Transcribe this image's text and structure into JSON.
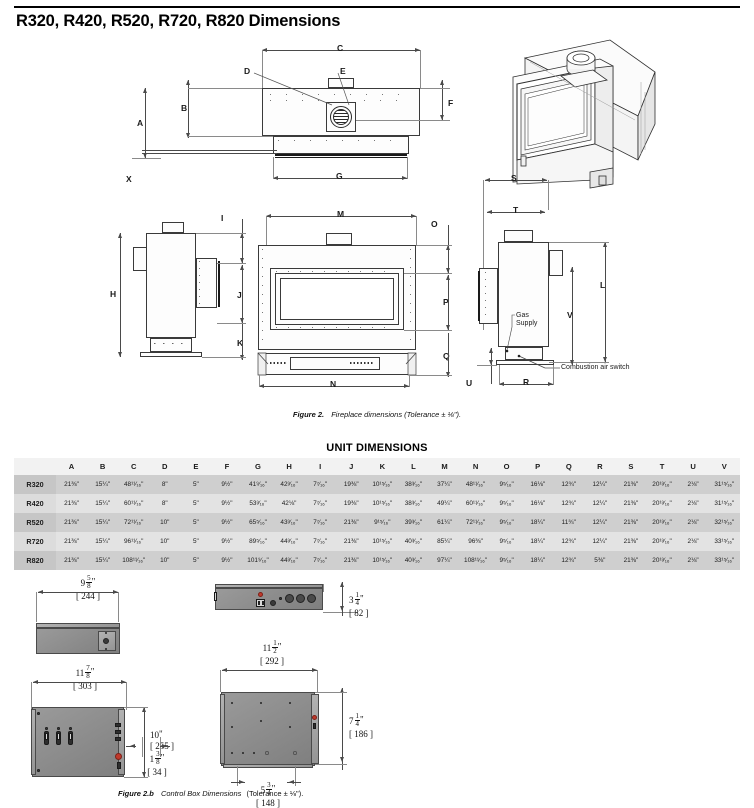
{
  "document": {
    "title": "R320, R420, R520, R720, R820 Dimensions"
  },
  "figure_top": {
    "caption_label": "Figure 2.",
    "caption_text": "Fireplace dimensions (Tolerance ± ⅛\").",
    "labels": {
      "A": "A",
      "B": "B",
      "C": "C",
      "D": "D",
      "E": "E",
      "F": "F",
      "G": "G",
      "H": "H",
      "I": "I",
      "J": "J",
      "K": "K",
      "L": "L",
      "M": "M",
      "N": "N",
      "O": "O",
      "P": "P",
      "Q": "Q",
      "R": "R",
      "S": "S",
      "T": "T",
      "U": "U",
      "V": "V",
      "X": "X"
    },
    "annotations": {
      "gas_supply": "Gas\nSupply",
      "gas_supply_line1": "Gas",
      "gas_supply_line2": "Supply",
      "combustion_air_switch": "Combustion air switch"
    }
  },
  "table": {
    "title": "UNIT DIMENSIONS",
    "columns": [
      "",
      "A",
      "B",
      "C",
      "D",
      "E",
      "F",
      "G",
      "H",
      "I",
      "J",
      "K",
      "L",
      "M",
      "N",
      "O",
      "P",
      "Q",
      "R",
      "S",
      "T",
      "U",
      "V"
    ],
    "rows": [
      {
        "model": "R320",
        "values": [
          "21⅜\"",
          "15¼\"",
          "48¹¹⁄₁₆\"",
          "8\"",
          "5\"",
          "9½\"",
          "41⁹⁄₁₆\"",
          "42³⁄₁₆\"",
          "7⁷⁄₁₆\"",
          "19⅜\"",
          "10¹⁵⁄₁₆\"",
          "38³⁄₁₆\"",
          "37¼\"",
          "48¹¹⁄₁₆\"",
          "9⁵⁄₁₆\"",
          "16⅛\"",
          "12¾\"",
          "12¼\"",
          "21⅜\"",
          "20¹³⁄₁₆\"",
          "2⅛\"",
          "31¹⁵⁄₁₆\""
        ]
      },
      {
        "model": "R420",
        "values": [
          "21⅜\"",
          "15¼\"",
          "60¹¹⁄₁₆\"",
          "8\"",
          "5\"",
          "9½\"",
          "53³⁄₁₆\"",
          "42⅛\"",
          "7⁷⁄₁₆\"",
          "19⅜\"",
          "10¹⁵⁄₁₆\"",
          "38³⁄₁₆\"",
          "49¼\"",
          "60¹¹⁄₁₆\"",
          "9⁵⁄₁₆\"",
          "16⅛\"",
          "12¾\"",
          "12¼\"",
          "21⅜\"",
          "20¹³⁄₁₆\"",
          "2⅛\"",
          "31¹⁵⁄₁₆\""
        ]
      },
      {
        "model": "R520",
        "values": [
          "21⅜\"",
          "15¼\"",
          "72¹¹⁄₁₆\"",
          "10\"",
          "5\"",
          "9½\"",
          "65⁵⁄₁₆\"",
          "43³⁄₁₆\"",
          "7⁷⁄₁₆\"",
          "21⅜\"",
          "9¹⁵⁄₁₆\"",
          "39³⁄₁₆\"",
          "61¼\"",
          "72¹¹⁄₁₆\"",
          "9⁵⁄₁₆\"",
          "18¼\"",
          "11¾\"",
          "12¼\"",
          "21⅜\"",
          "20¹³⁄₁₆\"",
          "2⅛\"",
          "32¹⁵⁄₁₆\""
        ]
      },
      {
        "model": "R720",
        "values": [
          "21⅜\"",
          "15¼\"",
          "96¹¹⁄₁₆\"",
          "10\"",
          "5\"",
          "9½\"",
          "89⁵⁄₁₆\"",
          "44³⁄₁₆\"",
          "7⁷⁄₁₆\"",
          "21⅜\"",
          "10¹⁵⁄₁₆\"",
          "40³⁄₁₆\"",
          "85¼\"",
          "96⅜\"",
          "9⁵⁄₁₆\"",
          "18¼\"",
          "12¾\"",
          "12¼\"",
          "21⅜\"",
          "20¹³⁄₁₆\"",
          "2⅛\"",
          "33¹⁵⁄₁₆\""
        ]
      },
      {
        "model": "R820",
        "values": [
          "21⅜\"",
          "15¼\"",
          "108¹¹⁄₁₆\"",
          "10\"",
          "5\"",
          "9½\"",
          "101⁹⁄₁₆\"",
          "44³⁄₁₆\"",
          "7⁷⁄₁₆\"",
          "21⅜\"",
          "10¹⁵⁄₁₆\"",
          "40³⁄₁₆\"",
          "97¼\"",
          "108¹¹⁄₁₆\"",
          "9⁵⁄₁₆\"",
          "18¼\"",
          "12¾\"",
          "5⅜\"",
          "21⅜\"",
          "20¹³⁄₁₆\"",
          "2⅛\"",
          "33¹⁵⁄₁₆\""
        ]
      }
    ]
  },
  "figure_bottom": {
    "caption_label": "Figure 2.b",
    "caption_text_italic": "Control Box Dimensions",
    "caption_text_rest": "(Tolerance ± ⅛\").",
    "dims": {
      "top_left_width": {
        "whole": "9",
        "num": "5",
        "den": "8",
        "unit": "\"",
        "mm": "[ 244 ]"
      },
      "left_width": {
        "whole": "11",
        "num": "7",
        "den": "8",
        "unit": "\"",
        "mm": "[ 303 ]"
      },
      "left_height": {
        "whole": "10",
        "num": "",
        "den": "",
        "unit": "\"",
        "mm": "[ 255 ]"
      },
      "left_foot": {
        "whole": "1",
        "num": "3",
        "den": "8",
        "unit": "\"",
        "mm": "[ 34 ]"
      },
      "right_top_height": {
        "whole": "3",
        "num": "1",
        "den": "4",
        "unit": "\"",
        "mm": "[ 82 ]"
      },
      "right_width": {
        "whole": "11",
        "num": "1",
        "den": "2",
        "unit": "\"",
        "mm": "[ 292 ]"
      },
      "right_height": {
        "whole": "7",
        "num": "1",
        "den": "4",
        "unit": "\"",
        "mm": "[ 186 ]"
      },
      "right_bottom": {
        "whole": "5",
        "num": "3",
        "den": "4",
        "unit": "\"",
        "mm": "[ 148 ]"
      }
    }
  }
}
